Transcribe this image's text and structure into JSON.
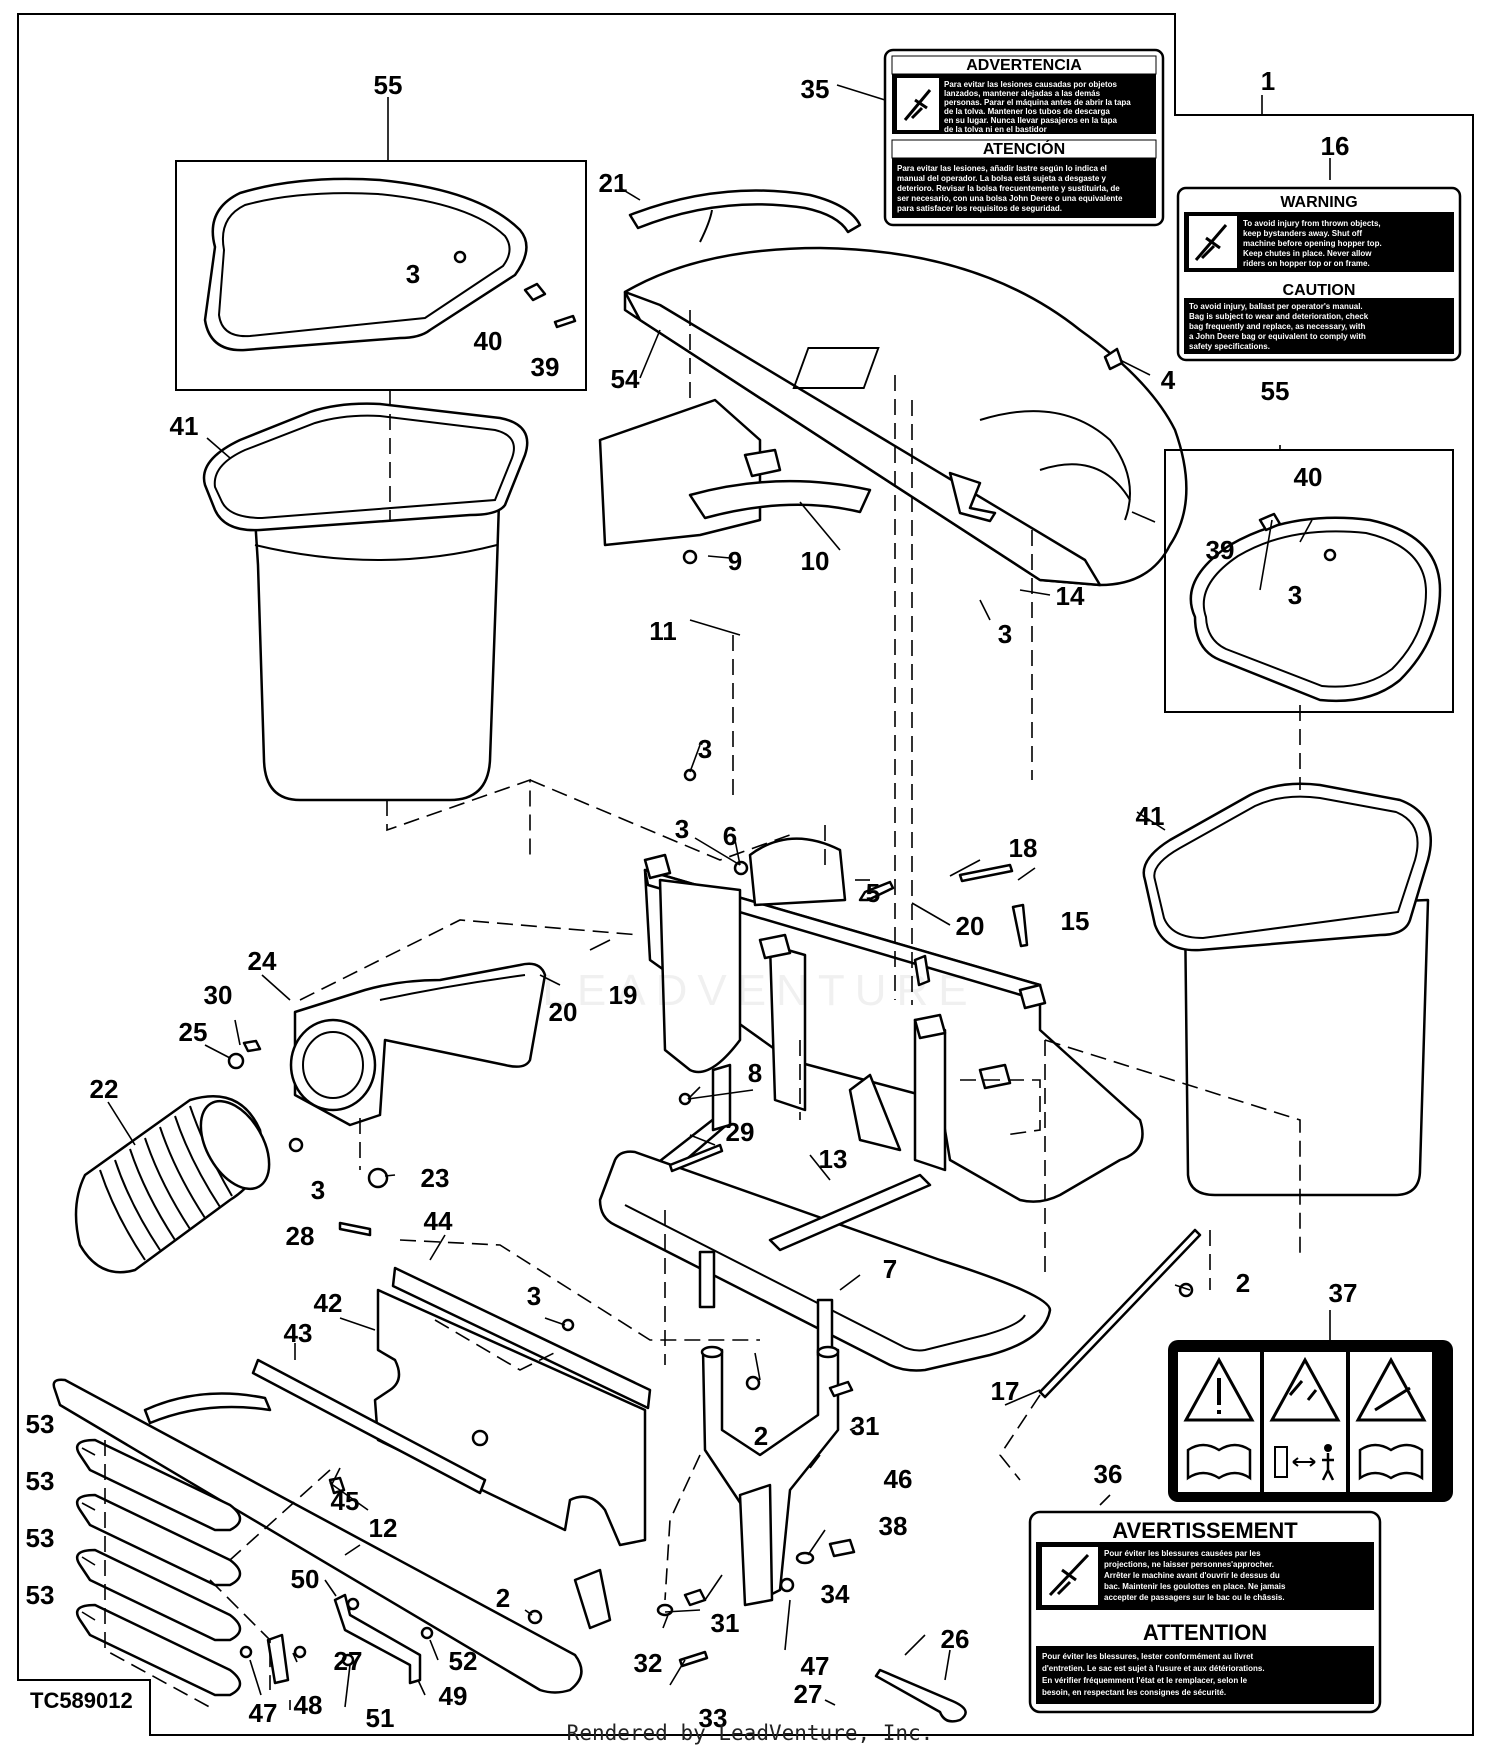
{
  "figure_id": "TC589012",
  "footer": "Rendered by LeadVenture, Inc.",
  "watermark": "LEADVENTURE",
  "callouts": {
    "c1": "1",
    "c2a": "2",
    "c2b": "2",
    "c2c": "2",
    "c3a": "3",
    "c3b": "3",
    "c3c": "3",
    "c3d": "3",
    "c3e": "3",
    "c3f": "3",
    "c3g": "3",
    "c4": "4",
    "c5": "5",
    "c6": "6",
    "c7": "7",
    "c8": "8",
    "c9": "9",
    "c10": "10",
    "c11": "11",
    "c12": "12",
    "c13": "13",
    "c14": "14",
    "c15": "15",
    "c16": "16",
    "c17": "17",
    "c18": "18",
    "c19": "19",
    "c20a": "20",
    "c20b": "20",
    "c21": "21",
    "c22": "22",
    "c23": "23",
    "c24": "24",
    "c25": "25",
    "c26": "26",
    "c27a": "27",
    "c27b": "27",
    "c28": "28",
    "c29": "29",
    "c30": "30",
    "c31a": "31",
    "c31b": "31",
    "c32": "32",
    "c33": "33",
    "c34": "34",
    "c35": "35",
    "c36": "36",
    "c37": "37",
    "c38": "38",
    "c39a": "39",
    "c39b": "39",
    "c40a": "40",
    "c40b": "40",
    "c41a": "41",
    "c41b": "41",
    "c42": "42",
    "c43": "43",
    "c44": "44",
    "c45": "45",
    "c46": "46",
    "c47a": "47",
    "c47b": "47",
    "c48": "48",
    "c49": "49",
    "c50": "50",
    "c51": "51",
    "c52": "52",
    "c53a": "53",
    "c53b": "53",
    "c53c": "53",
    "c53d": "53",
    "c54": "54",
    "c55a": "55",
    "c55b": "55"
  },
  "decals": {
    "spanish": {
      "warning_title": "ADVERTENCIA",
      "warning_lines": [
        "Para evitar las lesiones causadas por objetos",
        "lanzados, mantener alejadas a las demás",
        "personas. Parar el máquina antes de abrir la tapa",
        "de la tolva. Mantener los tubos de descarga",
        "en su lugar. Nunca llevar pasajeros en la tapa",
        "de la tolva ni en el bastidor"
      ],
      "caution_title": "ATENCIÓN",
      "caution_lines": [
        "Para evitar las lesiones, añadir lastre según lo indica el",
        "manual del operador. La bolsa está sujeta a desgaste y",
        "deterioro. Revisar la bolsa frecuentemente y sustituirla, de",
        "ser necesario, con una bolsa John Deere o una equivalente",
        "para satisfacer los requisitos de seguridad."
      ]
    },
    "english": {
      "warning_title": "WARNING",
      "warning_lines": [
        "To avoid injury from thrown objects,",
        "keep bystanders away. Shut off",
        "machine before opening hopper top.",
        "Keep chutes in place. Never allow",
        "riders on hopper top or on frame."
      ],
      "caution_title": "CAUTION",
      "caution_lines": [
        "To avoid injury, ballast per operator's manual.",
        "Bag is subject to wear and deterioration, check",
        "bag frequently and replace, as necessary, with",
        "a John Deere bag or equivalent to comply with",
        "safety specifications."
      ]
    },
    "french": {
      "warning_title": "AVERTISSEMENT",
      "warning_lines": [
        "Pour éviter les blessures causées par les",
        "projections, ne laisser personnes'approcher.",
        "Arrêter le machine avant d'ouvrir le dessus du",
        "bac. Maintenir les goulottes en place. Ne jamais",
        "accepter de passagers sur le bac ou le châssis."
      ],
      "caution_title": "ATTENTION",
      "caution_lines": [
        "Pour éviter les blessures, lester conformément au livret",
        "d'entretien. Le sac est sujet à l'usure et aux détériorations.",
        "En vérifier fréquemment l'état et le remplacer, selon le",
        "besoin, en respectant les consignes de sécurité."
      ]
    },
    "pictorial": {
      "code": ""
    }
  }
}
